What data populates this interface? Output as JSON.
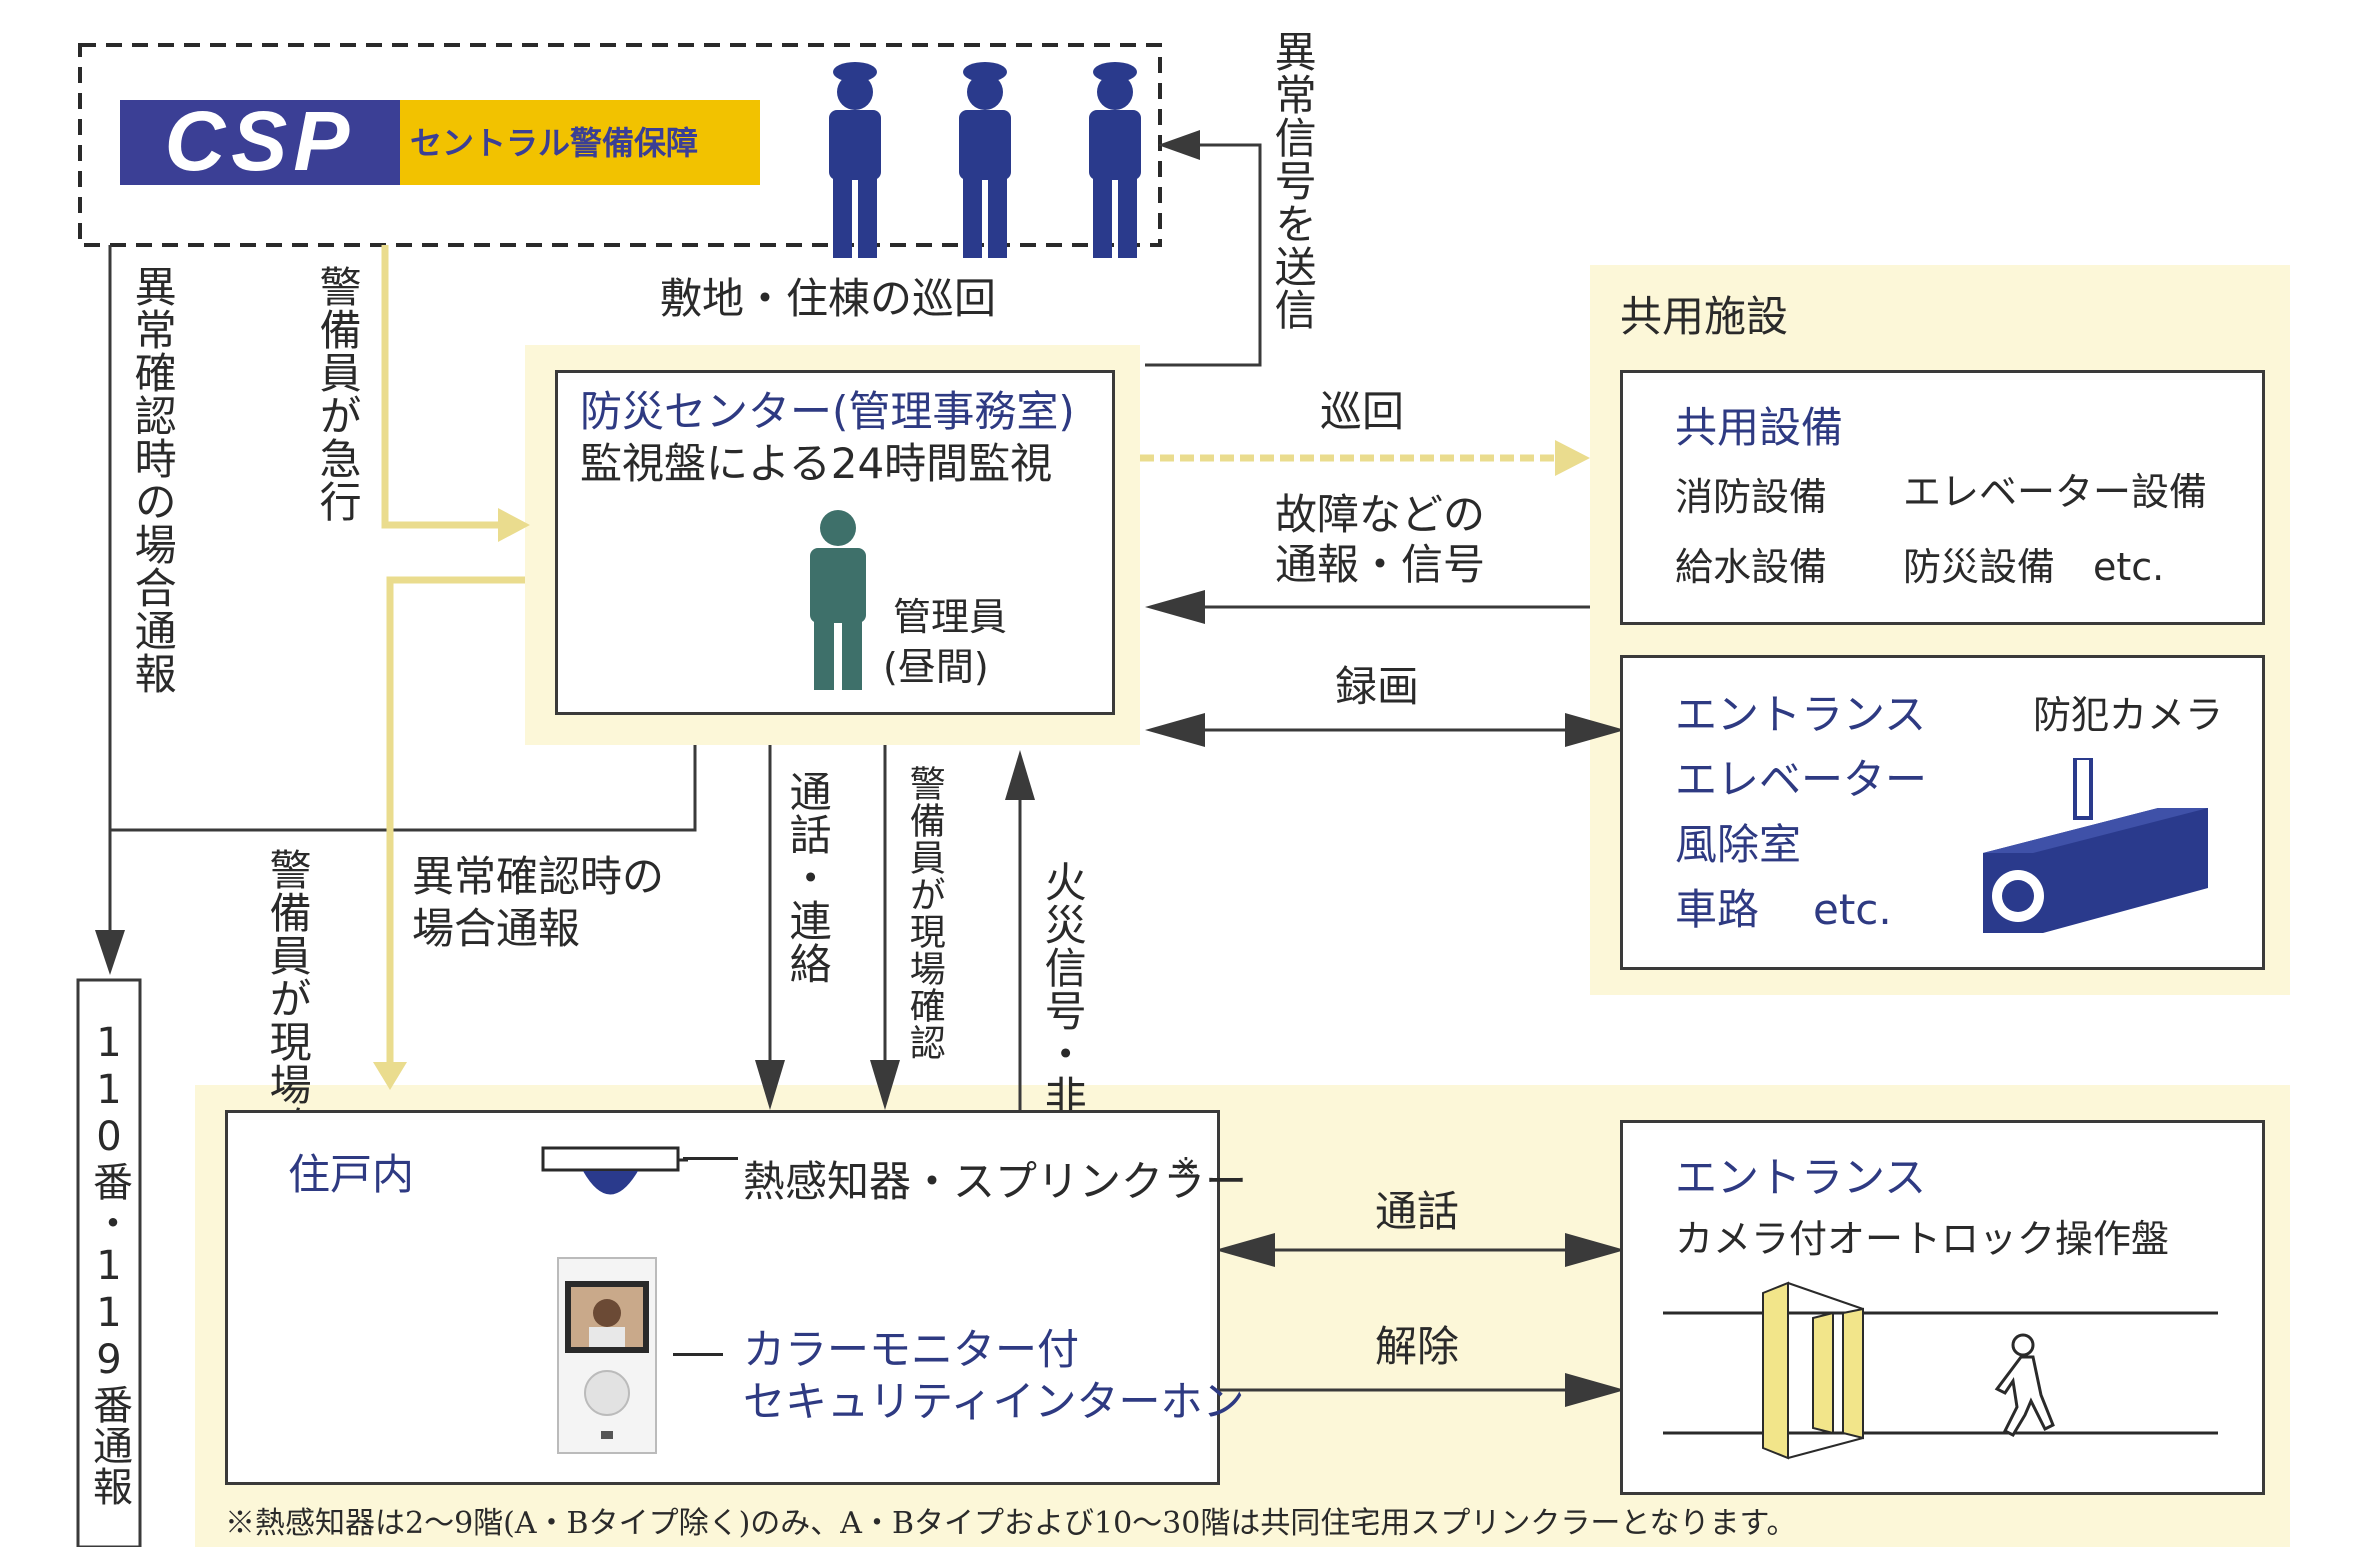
{
  "csp": {
    "logo_text": "CSP",
    "company_name": "セントラル警備保障"
  },
  "flows": {
    "anomaly_signal_send": "異常信号を送信",
    "site_patrol": "敷地・住棟の巡回",
    "guard_rush": "警備員が急行",
    "anomaly_report_left": "異常確認時の場合通報",
    "guard_onsite_check": "警備員が現場確認",
    "anomaly_report_mid": [
      "異常確認時の",
      "場合通報"
    ],
    "call_contact": "通話・連絡",
    "guard_onsite_check_2": "警備員が現場確認",
    "fire_signal": "火災信号・非常警報",
    "patrol": "巡回",
    "fault_report": [
      "故障などの",
      "通報・信号"
    ],
    "recording": "録画",
    "call": "通話",
    "release": "解除"
  },
  "emergency": {
    "label": "110番・119番通報"
  },
  "disaster_center": {
    "title": "防災センター(管理事務室)",
    "subtitle": "監視盤による24時間監視",
    "manager_label": "管理員",
    "manager_time": "(昼間)"
  },
  "common_facilities": {
    "heading": "共用施設",
    "equipment": {
      "title": "共用設備",
      "items": [
        "消防設備",
        "エレベーター設備",
        "給水設備",
        "防災設備",
        "etc."
      ]
    },
    "camera": {
      "locations": [
        "エントランス",
        "エレベーター",
        "風除室",
        "車路",
        "etc."
      ],
      "label": "防犯カメラ"
    }
  },
  "dwelling": {
    "title": "住戸内",
    "sensor_label": "熱感知器・スプリンクラー",
    "sensor_mark": "※",
    "monitor_label": [
      "カラーモニター付",
      "セキュリティインターホン"
    ]
  },
  "entrance": {
    "title": "エントランス",
    "panel_label": "カメラ付オートロック操作盤"
  },
  "footnote": "※熱感知器は2〜9階(A・Bタイプ除く)のみ、A・Bタイプおよび10〜30階は共同住宅用スプリンクラーとなります。",
  "colors": {
    "navy": "#2e3a82",
    "panel_bg": "#fcf7d8",
    "patrol_arrow": "#efe39a",
    "logo_yellow": "#f2c200",
    "logo_blue": "#3b3f95",
    "manager_green": "#3e706a"
  },
  "icons": [
    "security-guard-icon",
    "manager-person-icon",
    "security-camera-icon",
    "heat-sensor-icon",
    "intercom-icon",
    "walking-person-icon",
    "auto-lock-door-icon"
  ]
}
